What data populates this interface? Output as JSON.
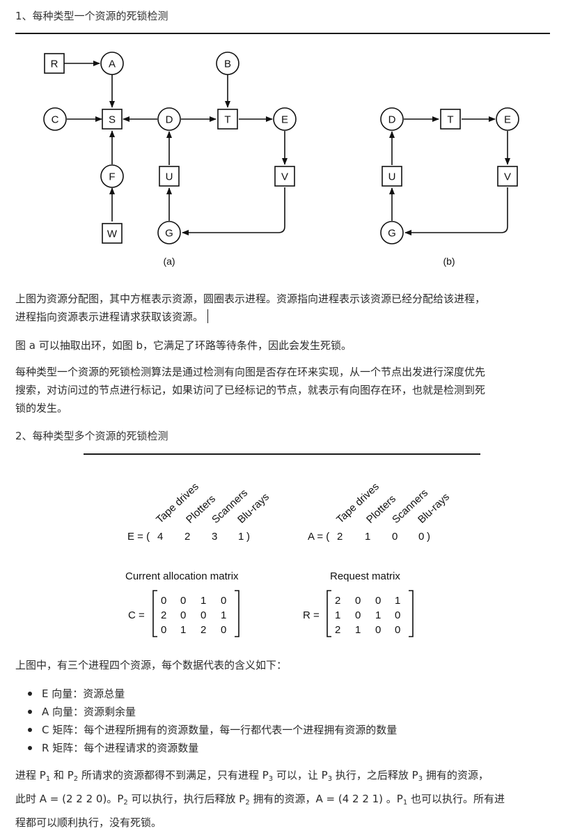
{
  "section1": {
    "heading": "1、每种类型一个资源的死锁检测",
    "graph_a": {
      "caption": "(a)",
      "nodes": [
        {
          "id": "R",
          "shape": "square"
        },
        {
          "id": "A",
          "shape": "circle"
        },
        {
          "id": "B",
          "shape": "circle"
        },
        {
          "id": "C",
          "shape": "circle"
        },
        {
          "id": "S",
          "shape": "square"
        },
        {
          "id": "D",
          "shape": "circle"
        },
        {
          "id": "T",
          "shape": "square"
        },
        {
          "id": "E",
          "shape": "circle"
        },
        {
          "id": "F",
          "shape": "circle"
        },
        {
          "id": "U",
          "shape": "square"
        },
        {
          "id": "V",
          "shape": "square"
        },
        {
          "id": "W",
          "shape": "square"
        },
        {
          "id": "G",
          "shape": "circle"
        }
      ],
      "edges": [
        [
          "R",
          "A"
        ],
        [
          "A",
          "S"
        ],
        [
          "C",
          "S"
        ],
        [
          "D",
          "S"
        ],
        [
          "D",
          "T"
        ],
        [
          "B",
          "T"
        ],
        [
          "T",
          "E"
        ],
        [
          "E",
          "V"
        ],
        [
          "V",
          "G"
        ],
        [
          "G",
          "U"
        ],
        [
          "U",
          "D"
        ],
        [
          "F",
          "S"
        ],
        [
          "W",
          "F"
        ]
      ]
    },
    "graph_b": {
      "caption": "(b)",
      "nodes": [
        {
          "id": "D",
          "shape": "circle"
        },
        {
          "id": "T",
          "shape": "square"
        },
        {
          "id": "E",
          "shape": "circle"
        },
        {
          "id": "U",
          "shape": "square"
        },
        {
          "id": "V",
          "shape": "square"
        },
        {
          "id": "G",
          "shape": "circle"
        }
      ],
      "edges": [
        [
          "D",
          "T"
        ],
        [
          "T",
          "E"
        ],
        [
          "E",
          "V"
        ],
        [
          "V",
          "G"
        ],
        [
          "G",
          "U"
        ],
        [
          "U",
          "D"
        ]
      ]
    },
    "para1_line1": "上图为资源分配图，其中方框表示资源，圆圈表示进程。资源指向进程表示该资源已经分配给该进程，",
    "para1_line2": "进程指向资源表示进程请求获取该资源。",
    "para2": "图 a 可以抽取出环，如图 b，它满足了环路等待条件，因此会发生死锁。",
    "para3_line1": "每种类型一个资源的死锁检测算法是通过检测有向图是否存在环来实现，从一个节点出发进行深度优先",
    "para3_line2": "搜索，对访问过的节点进行标记，如果访问了已经标记的节点，就表示有向图存在环，也就是检测到死",
    "para3_line3": "锁的发生。"
  },
  "section2": {
    "heading": "2、每种类型多个资源的死锁检测",
    "resource_names": [
      "Tape drives",
      "Plotters",
      "Scanners",
      "Blu-rays"
    ],
    "E_label": "E = (",
    "E_values": [
      "4",
      "2",
      "3",
      "1"
    ],
    "A_label": "A = (",
    "A_values": [
      "2",
      "1",
      "0",
      "0"
    ],
    "close_paren": ")",
    "alloc_title": "Current allocation matrix",
    "request_title": "Request matrix",
    "C_label": "C =",
    "R_label": "R =",
    "C_matrix": [
      [
        "0",
        "0",
        "1",
        "0"
      ],
      [
        "2",
        "0",
        "0",
        "1"
      ],
      [
        "0",
        "1",
        "2",
        "0"
      ]
    ],
    "R_matrix": [
      [
        "2",
        "0",
        "0",
        "1"
      ],
      [
        "1",
        "0",
        "1",
        "0"
      ],
      [
        "2",
        "1",
        "0",
        "0"
      ]
    ],
    "intro": "上图中，有三个进程四个资源，每个数据代表的含义如下：",
    "bullets": [
      "E 向量：资源总量",
      "A 向量：资源剩余量",
      "C 矩阵：每个进程所拥有的资源数量，每一行都代表一个进程拥有资源的数量",
      "R 矩阵：每个进程请求的资源数量"
    ],
    "final": {
      "l1_a": "进程 P",
      "l1_s1": "1",
      "l1_b": " 和 P",
      "l1_s2": "2",
      "l1_c": " 所请求的资源都得不到满足，只有进程 P",
      "l1_s3": "3",
      "l1_d": " 可以，让 P",
      "l1_s4": "3",
      "l1_e": " 执行，之后释放 P",
      "l1_s5": "3",
      "l1_f": " 拥有的资源，",
      "l2_a": "此时 A = (2 2 2 0)。P",
      "l2_s1": "2",
      "l2_b": " 可以执行，执行后释放 P",
      "l2_s2": "2",
      "l2_c": " 拥有的资源，A = (4 2 2 1) 。P",
      "l2_s3": "1",
      "l2_d": " 也可以执行。所有进",
      "l3": "程都可以顺利执行，没有死锁。"
    }
  }
}
